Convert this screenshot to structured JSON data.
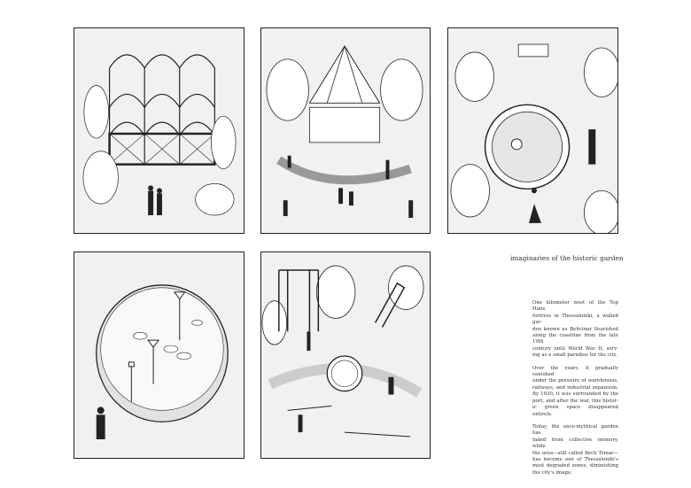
{
  "board": {
    "title": "imaginaries of the historic garden",
    "paragraphs": [
      [
        "One kilometer west of the Top Hane",
        "fortress in Thessaloniki, a walled gar-",
        "den known as Behcinar flourished",
        "along the coastline from the late 19th",
        "century until World War II, serv-",
        "ing as a small paradise for the city."
      ],
      [
        "Over the years, it gradually vanished",
        "under the pressure of warehouses,",
        "railways, and industrial expansion.",
        "By 1930, it was surrounded by the",
        "port, and after the war, this histor-",
        "ic green space disappeared entirely."
      ],
      [
        "Today, the once-mythical garden has",
        "faded from collective memory, while",
        "the area—still called Bech Tsinar—",
        "has become one of Thessaloniki's",
        "most degraded zones, diminishing",
        "the city's image."
      ]
    ]
  },
  "colors": {
    "ink": "#222222",
    "paper": "#f1f1f1"
  }
}
